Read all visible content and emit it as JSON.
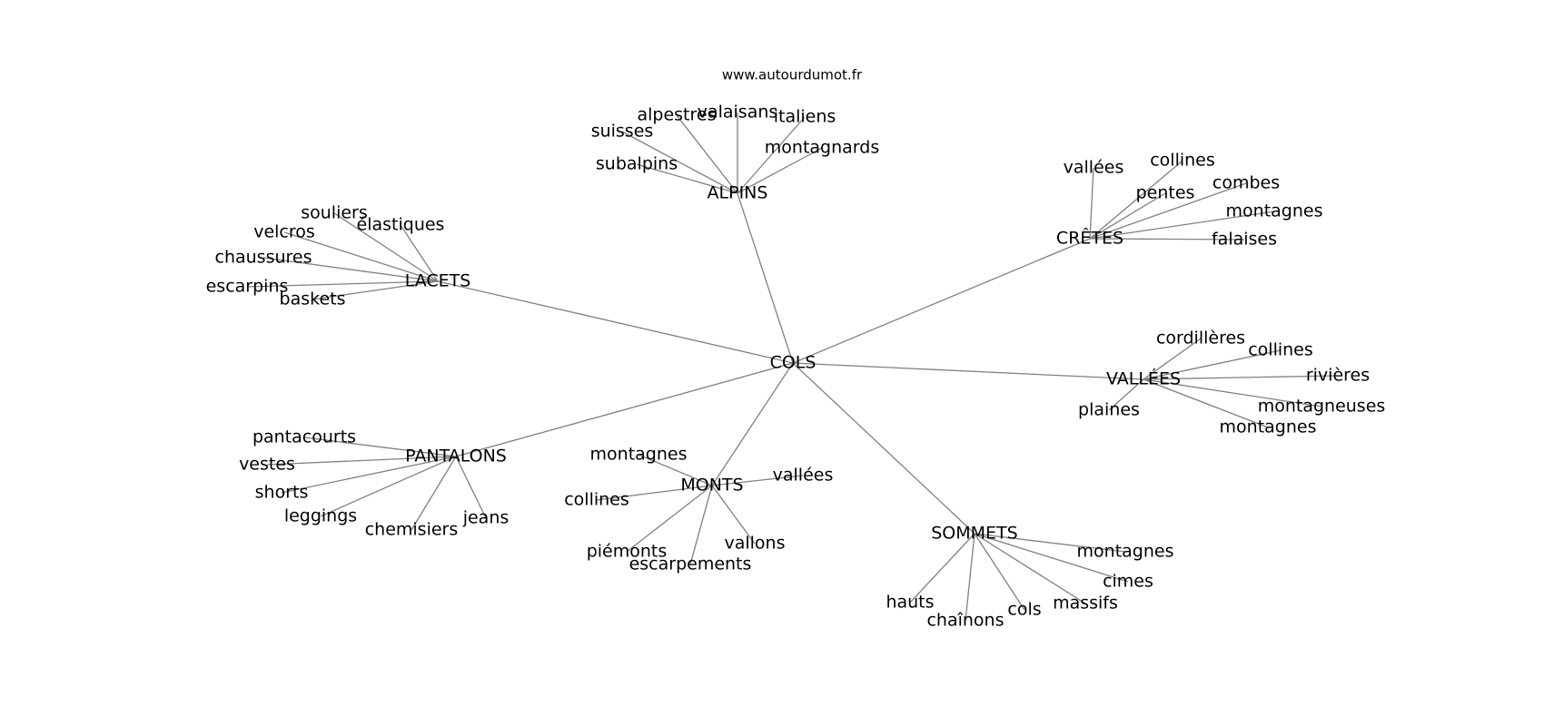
{
  "watermark": "www.autourdumot.fr",
  "center": "COLS",
  "groups": [
    {
      "name": "ALPINS",
      "words": [
        "alpestres",
        "valaisans",
        "italiens",
        "suisses",
        "montagnards",
        "subalpins"
      ]
    },
    {
      "name": "CRÊTES",
      "words": [
        "vallées",
        "collines",
        "combes",
        "pentes",
        "montagnes",
        "falaises"
      ]
    },
    {
      "name": "LACETS",
      "words": [
        "souliers",
        "élastiques",
        "velcros",
        "chaussures",
        "escarpins",
        "baskets"
      ]
    },
    {
      "name": "VALLÉES",
      "words": [
        "cordillères",
        "collines",
        "rivières",
        "montagneuses",
        "plaines",
        "montagnes"
      ]
    },
    {
      "name": "PANTALONS",
      "words": [
        "pantacourts",
        "vestes",
        "shorts",
        "leggings",
        "chemisiers",
        "jeans"
      ]
    },
    {
      "name": "MONTS",
      "words": [
        "montagnes",
        "vallées",
        "collines",
        "piémonts",
        "escarpements",
        "vallons"
      ]
    },
    {
      "name": "SOMMETS",
      "words": [
        "montagnes",
        "cimes",
        "massifs",
        "hauts",
        "chaînons",
        "cols"
      ]
    }
  ]
}
